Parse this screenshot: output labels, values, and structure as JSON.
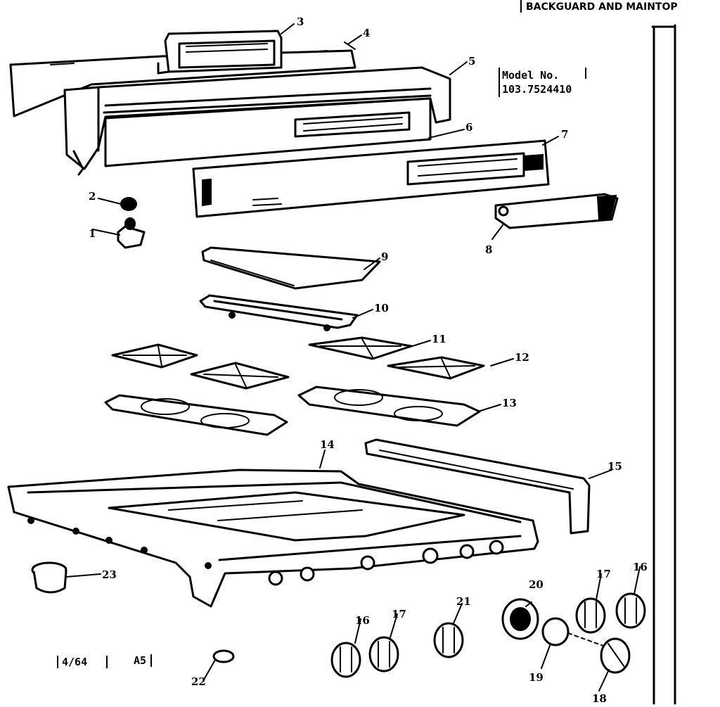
{
  "header": {
    "title": "BACKGUARD AND MAINTOP"
  },
  "model": {
    "label": "Model No.",
    "number": "103.7524410"
  },
  "footer": {
    "date_code": "4/64",
    "page_code": "A5"
  },
  "callouts": [
    "1",
    "2",
    "3",
    "4",
    "5",
    "6",
    "7",
    "8",
    "9",
    "10",
    "11",
    "12",
    "13",
    "14",
    "15",
    "16",
    "17",
    "18",
    "19",
    "20",
    "21",
    "22",
    "23",
    "16",
    "17"
  ]
}
